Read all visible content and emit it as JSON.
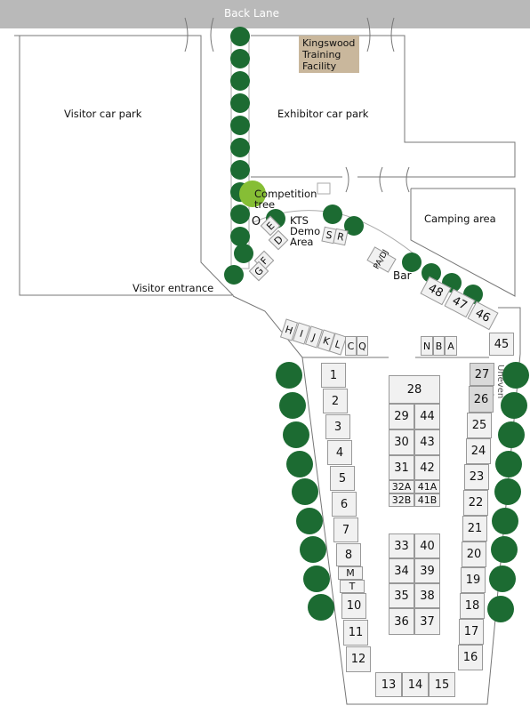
{
  "road": {
    "label": "Back Lane"
  },
  "areas": {
    "visitor_car_park": "Visitor car park",
    "exhibitor_car_park": "Exhibitor car park",
    "camping_area": "Camping area",
    "visitor_entrance": "Visitor entrance",
    "kts_demo_area": "KTS Demo Area",
    "competition_tree": "Competition tree",
    "bar": "Bar",
    "uneven_ground": "Uneven ground"
  },
  "facility": {
    "label": "Kingswood Training Facility"
  },
  "stalls": {
    "left_column": [
      "1",
      "2",
      "3",
      "4",
      "5",
      "6",
      "7",
      "8",
      "M",
      "T",
      "10",
      "11",
      "12"
    ],
    "bottom_row": [
      "13",
      "14",
      "15"
    ],
    "right_column": [
      "27",
      "26",
      "25",
      "24",
      "23",
      "22",
      "21",
      "20",
      "19",
      "18",
      "17",
      "16"
    ],
    "center_top": "28",
    "center_pairs": [
      [
        "29",
        "44"
      ],
      [
        "30",
        "43"
      ],
      [
        "31",
        "42"
      ],
      [
        "32A",
        "41A"
      ],
      [
        "32B",
        "41B"
      ]
    ],
    "center_lower": [
      [
        "33",
        "40"
      ],
      [
        "34",
        "39"
      ],
      [
        "35",
        "38"
      ],
      [
        "36",
        "37"
      ]
    ],
    "front_row_left": [
      "H",
      "I",
      "J",
      "K",
      "L",
      "C",
      "Q"
    ],
    "front_row_right": [
      "N",
      "B",
      "A"
    ],
    "corner": "45",
    "bar_row": [
      "PA/DJ",
      "48",
      "47",
      "46"
    ],
    "demo_row": [
      "O",
      "E",
      "D",
      "F",
      "G",
      "S",
      "R"
    ]
  },
  "colors": {
    "road": "#b9b9b9",
    "tree": "#1c6b32",
    "competition_tree": "#86be35",
    "facility": "#c9b79c",
    "stall_fill": "#f1f1f1",
    "stall_border": "#999999"
  }
}
